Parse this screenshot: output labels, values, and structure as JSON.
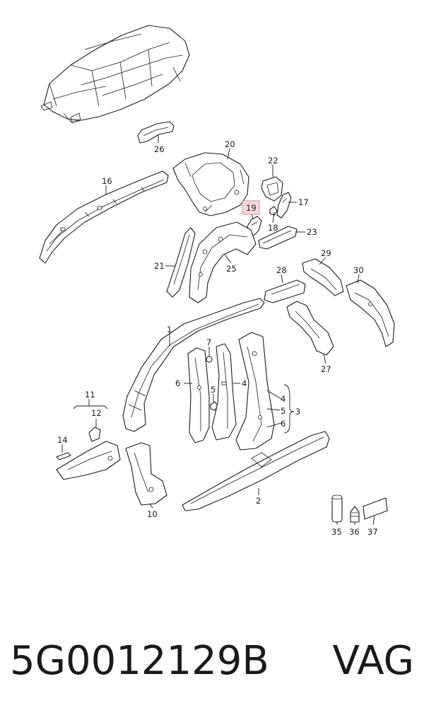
{
  "callouts": {
    "c1": "1",
    "c2": "2",
    "c3": "3",
    "c4a": "4",
    "c4b": "4",
    "c5a": "5",
    "c5b": "5",
    "c6a": "6",
    "c6b": "6",
    "c7": "7",
    "c10": "10",
    "c11": "11",
    "c12": "12",
    "c14": "14",
    "c16": "16",
    "c17": "17",
    "c18": "18",
    "c19": "19",
    "c20": "20",
    "c21": "21",
    "c22": "22",
    "c23": "23",
    "c25": "25",
    "c26": "26",
    "c27": "27",
    "c28": "28",
    "c29": "29",
    "c30": "30",
    "c35": "35",
    "c36": "36",
    "c37": "37"
  },
  "highlight_color": "#f6d9dd",
  "footer": {
    "part_number": "5G0012129B",
    "brand": "VAG"
  }
}
